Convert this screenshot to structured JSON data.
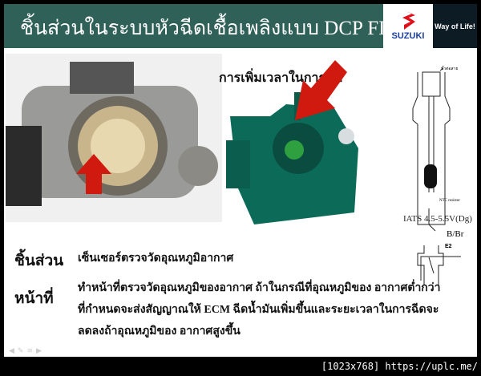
{
  "slide": {
    "title": "ชิ้นส่วนในระบบหัวฉีดเชื้อเพลิงแบบ DCP FI",
    "brand": "SUZUKI",
    "tagline": "Way of Life!",
    "image_caption": "การเพิ่มเวลาในการฉีด",
    "diagram": {
      "top_label": "ขั้วต่อสาย",
      "resistor_label": "NTC resistor",
      "iats_label": "IATS 4.5-5.5V(Dg)",
      "wire_label": "B/Br",
      "terminal_label": "E2"
    },
    "component_label": "ชิ้นส่วน",
    "component_value": "เซ็นเซอร์ตรวจวัดอุณหภูมิอากาศ",
    "function_label": "หน้าที่",
    "function_lines": [
      "ทำหน้าที่ตรวจวัดอุณหภูมิของอากาศ ถ้าในกรณีที่อุณหภูมิของ อากาศต่ำกว่า",
      "ที่กำหนดจะส่งสัญญาณให้  ECM ฉีดน้ำมันเพิ่มขึ้นและระยะเวลาในการฉีดจะ",
      "ลดลงถ้าอุณหภูมิของ อากาศสูงขึ้น"
    ],
    "accent_color": "#2f6159",
    "arrow_color": "#d01a10"
  },
  "watermark": "[1023x768] https://uplc.me/"
}
